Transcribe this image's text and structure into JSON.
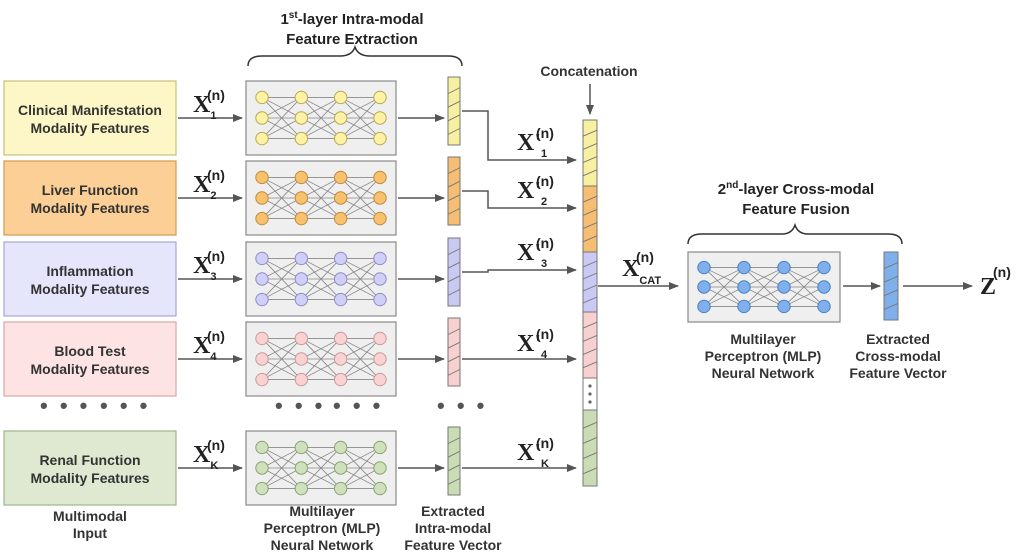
{
  "top": {
    "title_line1_sup_base": "1",
    "title_line1_sup": "st",
    "title_line1_rest": "-layer Intra-modal",
    "title_line2": "Feature Extraction",
    "concatenation": "Concatenation"
  },
  "modalities": [
    {
      "line1": "Clinical Manifestation",
      "line2": "Modality Features",
      "fill": "#fdf7c7",
      "stroke": "#c8c07a",
      "node": "#fdf2a6",
      "node_stroke": "#b9a94e",
      "vec": "#f6f0a0",
      "input_sub": "1",
      "feat_sub": "1"
    },
    {
      "line1": "Liver Function",
      "line2": "Modality Features",
      "fill": "#fbcf96",
      "stroke": "#d29a52",
      "node": "#f7c16e",
      "node_stroke": "#c28a3b",
      "vec": "#f5be73",
      "input_sub": "2",
      "feat_sub": "2"
    },
    {
      "line1": "Inflammation",
      "line2": "Modality Features",
      "fill": "#e5e5fb",
      "stroke": "#a6a6cf",
      "node": "#cfcff8",
      "node_stroke": "#8e8ec4",
      "vec": "#c9c9f4",
      "input_sub": "3",
      "feat_sub": "3"
    },
    {
      "line1": "Blood Test",
      "line2": "Modality Features",
      "fill": "#fde3e3",
      "stroke": "#d6a8a8",
      "node": "#fbd2d2",
      "node_stroke": "#c79a9a",
      "vec": "#f8d0d0",
      "input_sub": "4",
      "feat_sub": "4"
    },
    {
      "line1": "Renal Function",
      "line2": "Modality  Features",
      "fill": "#dfe9d2",
      "stroke": "#9fb58a",
      "node": "#cfe0bc",
      "node_stroke": "#8aa36f",
      "vec": "#c9dcb3",
      "input_sub": "K",
      "feat_sub": "K"
    }
  ],
  "symbols": {
    "x": "X",
    "xprime": "X'",
    "sup_n": "(n)",
    "cat_sub": "CAT",
    "z": "Z"
  },
  "bottom": {
    "multimodal_line1": "Multimodal",
    "multimodal_line2": "Input",
    "mlp_line1": "Multilayer",
    "mlp_line2": "Perceptron (MLP)",
    "mlp_line3": "Neural Network",
    "extracted_line1": "Extracted",
    "extracted_line2": "Intra-modal",
    "extracted_line3": "Feature Vector"
  },
  "fusion": {
    "title_sup_base": "2",
    "title_sup": "nd",
    "title_rest": "-layer Cross-modal",
    "title_line2": "Feature Fusion",
    "mlp_line1": "Multilayer",
    "mlp_line2": "Perceptron (MLP)",
    "mlp_line3": "Neural Network",
    "vec_line1": "Extracted",
    "vec_line2": "Cross-modal",
    "vec_line3": "Feature Vector",
    "node": "#7fb0ec",
    "node_stroke": "#4a7fc0",
    "vec": "#7fb0ec"
  },
  "ellipsis": "• • •"
}
